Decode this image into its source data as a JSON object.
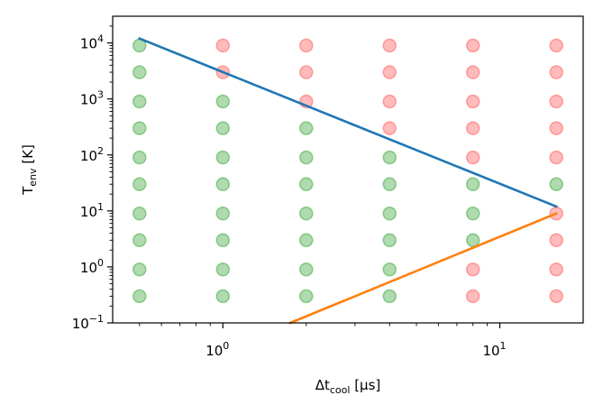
{
  "chart_data": {
    "type": "scatter",
    "xscale": "log",
    "yscale": "log",
    "xlim": [
      0.4,
      20
    ],
    "ylim": [
      0.1,
      30000
    ],
    "xlabel": "Δt_cool [μs]",
    "ylabel": "T_env [K]",
    "grid": false,
    "x_ticks": [
      {
        "value": 1,
        "base": "10",
        "exp": "0"
      },
      {
        "value": 10,
        "base": "10",
        "exp": "1"
      }
    ],
    "y_ticks": [
      {
        "value": 0.1,
        "base": "10",
        "exp": "−1"
      },
      {
        "value": 1,
        "base": "10",
        "exp": "0"
      },
      {
        "value": 10,
        "base": "10",
        "exp": "1"
      },
      {
        "value": 100,
        "base": "10",
        "exp": "2"
      },
      {
        "value": 1000,
        "base": "10",
        "exp": "3"
      },
      {
        "value": 10000,
        "base": "10",
        "exp": "4"
      }
    ],
    "colors": {
      "success": "#2ca02c",
      "failure": "#ff4d4d",
      "upper_line": "#1f77b4",
      "lower_line": "#ff7f0e"
    },
    "x": [
      0.5,
      1,
      2,
      4,
      8,
      16
    ],
    "y": [
      0.3,
      0.9,
      3,
      9,
      30,
      90,
      300,
      900,
      3000,
      9000
    ],
    "success_grid": [
      [
        1,
        1,
        1,
        1,
        1,
        1,
        1,
        1,
        1,
        1
      ],
      [
        1,
        1,
        1,
        1,
        1,
        1,
        1,
        1,
        0,
        0
      ],
      [
        1,
        1,
        1,
        1,
        1,
        1,
        1,
        0,
        0,
        0
      ],
      [
        1,
        1,
        1,
        1,
        1,
        1,
        0,
        0,
        0,
        0
      ],
      [
        0,
        0,
        1,
        1,
        1,
        0,
        0,
        0,
        0,
        0
      ],
      [
        0,
        0,
        0,
        0,
        1,
        0,
        0,
        0,
        0,
        0
      ]
    ],
    "series": [
      {
        "points": [
          [
            0.5,
            12000
          ],
          [
            16,
            12
          ]
        ]
      },
      {
        "points": [
          [
            1.75,
            0.1
          ],
          [
            16,
            9
          ]
        ]
      }
    ]
  }
}
